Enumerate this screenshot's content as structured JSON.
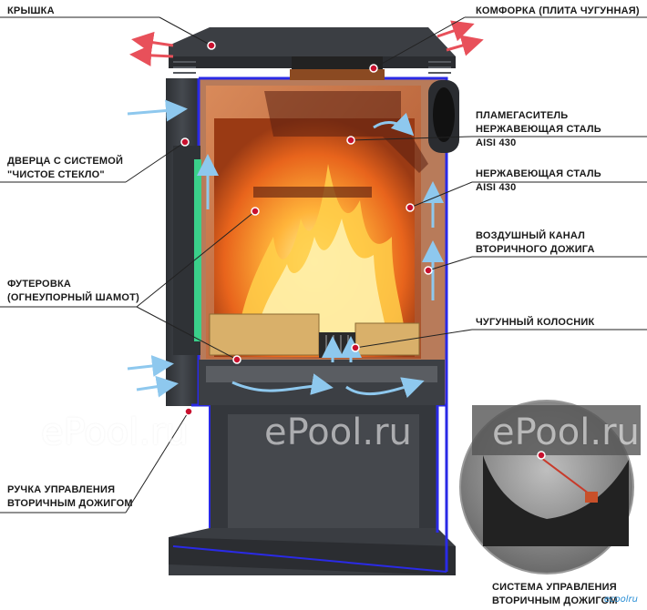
{
  "labels": {
    "lid": "КРЫШКА",
    "hotplate": "КОМФОРКА (ПЛИТА ЧУГУННАЯ)",
    "door_line1": "ДВЕРЦА С СИСТЕМОЙ",
    "door_line2": "\"ЧИСТОЕ СТЕКЛО\"",
    "damper_line1": "ПЛАМЕГАСИТЕЛЬ",
    "damper_line2": "НЕРЖАВЕЮЩАЯ СТАЛЬ",
    "damper_line3": "AISI 430",
    "steel_line1": "НЕРЖАВЕЮЩАЯ СТАЛЬ",
    "steel_line2": "AISI 430",
    "channel_line1": "ВОЗДУШНЫЙ КАНАЛ",
    "channel_line2": "ВТОРИЧНОГО ДОЖИГА",
    "lining_line1": "ФУТЕРОВКА",
    "lining_line2": "(ОГНЕУПОРНЫЙ ШАМОТ)",
    "grate": "ЧУГУННЫЙ КОЛОСНИК",
    "handle_line1": "РУЧКА УПРАВЛЕНИЯ",
    "handle_line2": "ВТОРИЧНЫМ ДОЖИГОМ",
    "system_line1": "СИСТЕМА УПРАВЛЕНИЯ",
    "system_line2": "ВТОРИЧНЫМ ДОЖИГОМ"
  },
  "watermarks": [
    "ePool.ru",
    "ePool.ru",
    "ePool.ru"
  ],
  "corner_mark": "ecoolru",
  "colors": {
    "body_dark": "#3a3d42",
    "outline_blue": "#2a2ae6",
    "fire_orange": "#f07a18",
    "brick": "#c96a3a",
    "leader_line": "#222222",
    "arrow_hot": "#e8505a",
    "arrow_cold": "#8ec8ee",
    "marker_red": "#c8102e"
  }
}
